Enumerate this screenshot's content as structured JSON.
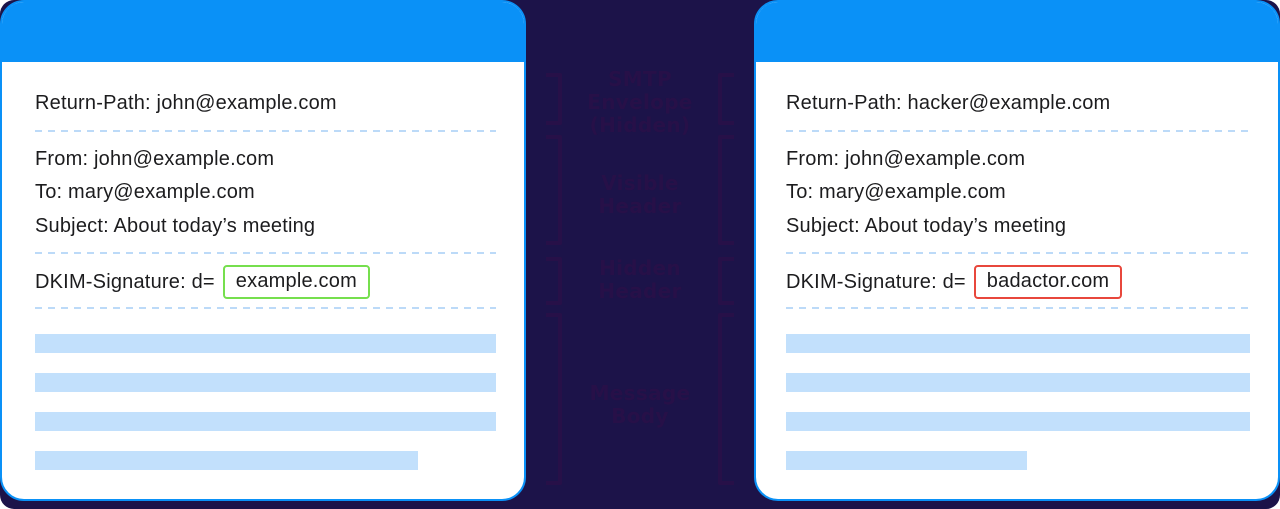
{
  "colors": {
    "background_navy": "#1C1349",
    "header_blue": "#0A91F7",
    "card_border_blue": "#0A91F7",
    "body_text": "#1C1C1E",
    "divider_blue": "#BCDAF8",
    "redacted_bar_blue": "#C2E0FC",
    "dkim_valid_green": "#76DF4E",
    "dkim_invalid_red": "#E8473C",
    "annotation_plum": "#271048"
  },
  "cards": [
    {
      "name": "legitimate-email",
      "return_path": "Return-Path: john@example.com",
      "from": "From: john@example.com",
      "to": "To: mary@example.com",
      "subject": "Subject: About today’s meeting",
      "dkim_label": "DKIM-Signature: d=",
      "dkim_domain": "example.com",
      "dkim_status": "valid",
      "body_bar_widths": [
        "100%",
        "100%",
        "100%",
        "83%"
      ]
    },
    {
      "name": "spoofed-email",
      "return_path": "Return-Path: hacker@example.com",
      "from": "From: john@example.com",
      "to": "To: mary@example.com",
      "subject": "Subject: About today’s meeting",
      "dkim_label": "DKIM-Signature: d=",
      "dkim_domain": "badactor.com",
      "dkim_status": "invalid",
      "body_bar_widths": [
        "100%",
        "100%",
        "100%",
        "52%"
      ]
    }
  ],
  "middle": {
    "sections": [
      {
        "label": "SMTP\nEnvelope\n(Hidden)"
      },
      {
        "label": "Visible\nHeader"
      },
      {
        "label": "Hidden\nHeader"
      },
      {
        "label": "Message\nBody"
      }
    ]
  }
}
